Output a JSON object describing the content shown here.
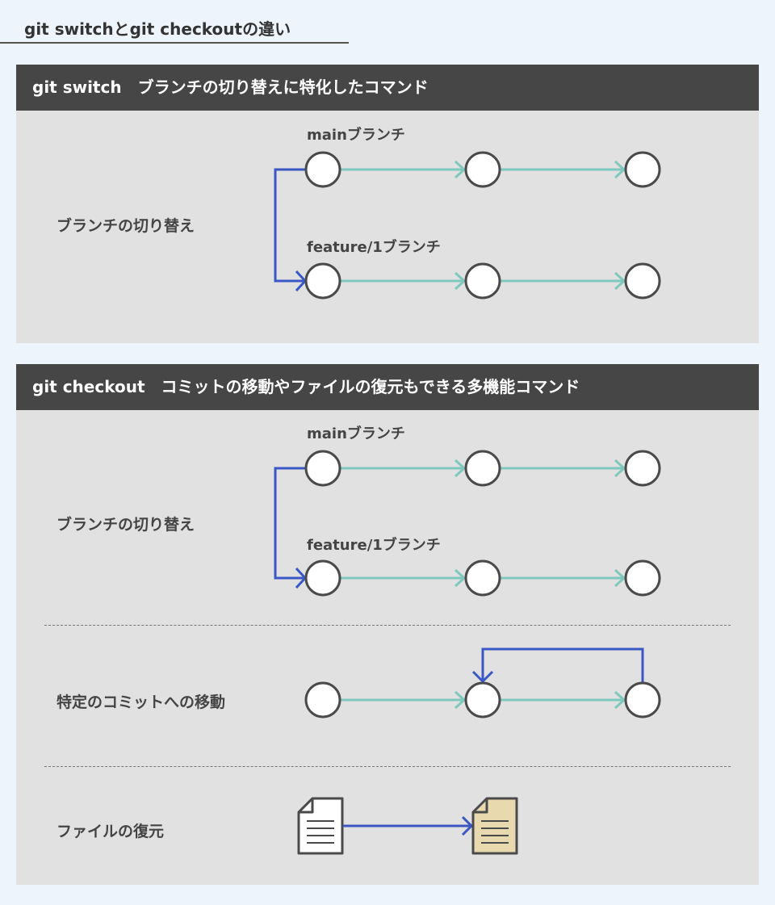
{
  "page_title": "git switchとgit checkoutの違い",
  "switch_section": {
    "header": "git switch　ブランチの切り替えに特化したコマンド",
    "row_label": "ブランチの切り替え",
    "main_branch_label": "mainブランチ",
    "feature_branch_label": "feature/1ブランチ"
  },
  "checkout_section": {
    "header": "git checkout　コミットの移動やファイルの復元もできる多機能コマンド",
    "branch_row_label": "ブランチの切り替え",
    "main_branch_label": "mainブランチ",
    "feature_branch_label": "feature/1ブランチ",
    "commit_move_label": "特定のコミットへの移動",
    "file_restore_label": "ファイルの復元"
  },
  "icons": {
    "commit": "commit-circle-icon",
    "file": "file-icon",
    "restored_file": "restored-file-icon",
    "arrow": "arrow-icon"
  },
  "colors": {
    "background": "#eef4fb",
    "panel": "#e1e1e1",
    "header": "#464646",
    "commit_link": "#7ec8bd",
    "switch_arrow": "#3a57c4",
    "restored_file": "#e9d9ae"
  }
}
